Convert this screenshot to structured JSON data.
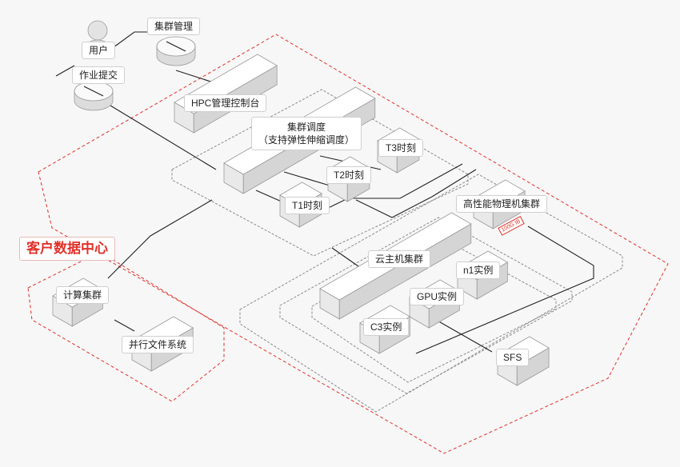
{
  "diagram": {
    "labels": {
      "user": "用户",
      "cluster_mgmt": "集群管理",
      "job_submit": "作业提交",
      "hpc_console": "HPC管理控制台",
      "scheduler_line1": "集群调度",
      "scheduler_line2": "（支持弹性伸缩调度）",
      "t1": "T1时刻",
      "t2": "T2时刻",
      "t3": "T3时刻",
      "customer_dc": "客户数据中心",
      "compute_cluster": "计算集群",
      "parallel_fs": "并行文件系统",
      "hpc_physical": "高性能物理机集群",
      "cloud_hosts": "云主机集群",
      "n1": "n1实例",
      "gpu": "GPU实例",
      "c3": "C3实例",
      "sfs": "SFS",
      "ib_tag": "100G IB"
    },
    "colors": {
      "accent_red": "#e0312b",
      "box_top": "#ffffff",
      "box_left": "#e9e9e9",
      "box_right": "#d5d5d5",
      "line": "#222222",
      "dash_gray": "#8a8a8a"
    }
  }
}
